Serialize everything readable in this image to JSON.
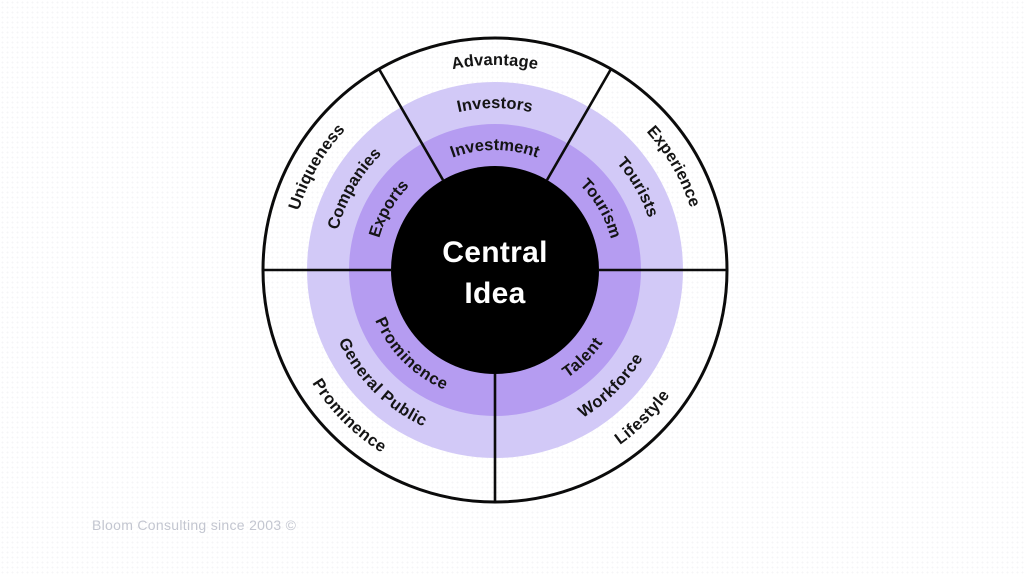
{
  "center": {
    "line1": "Central",
    "line2": "Idea"
  },
  "footer": {
    "credit": "Bloom Consulting since 2003 ©"
  },
  "colors": {
    "center_circle": "#000000",
    "center_text": "#ffffff",
    "inner_ring": "#b59cf1",
    "middle_ring": "#d2c9f7",
    "outer_ring": "#ffffff",
    "outline": "#0b0b0b",
    "label_text": "#141414",
    "footer_text": "#c3c6d0"
  },
  "diagram": {
    "type": "concentric-sector-wheel",
    "rings": [
      {
        "id": "inner",
        "label_radius": 125,
        "inner_radius": 104,
        "outer_radius": 146
      },
      {
        "id": "middle",
        "label_radius": 167,
        "inner_radius": 146,
        "outer_radius": 188
      },
      {
        "id": "outer",
        "label_radius": 210,
        "inner_radius": 188,
        "outer_radius": 232
      }
    ],
    "sectors": [
      {
        "id": "top-left",
        "center_angle_deg": 150,
        "labels": {
          "inner": "Exports",
          "middle": "Companies",
          "outer": "Uniqueness"
        }
      },
      {
        "id": "top",
        "center_angle_deg": 90,
        "labels": {
          "inner": "Investment",
          "middle": "Investors",
          "outer": "Advantage"
        }
      },
      {
        "id": "top-right",
        "center_angle_deg": 30,
        "labels": {
          "inner": "Tourism",
          "middle": "Tourists",
          "outer": "Experience"
        }
      },
      {
        "id": "bottom-right",
        "center_angle_deg": 315,
        "labels": {
          "inner": "Talent",
          "middle": "Workforce",
          "outer": "Lifestyle"
        }
      },
      {
        "id": "bottom-left",
        "center_angle_deg": 225,
        "labels": {
          "inner": "Prominence",
          "middle": "General Public",
          "outer": "Prominence"
        }
      }
    ]
  }
}
